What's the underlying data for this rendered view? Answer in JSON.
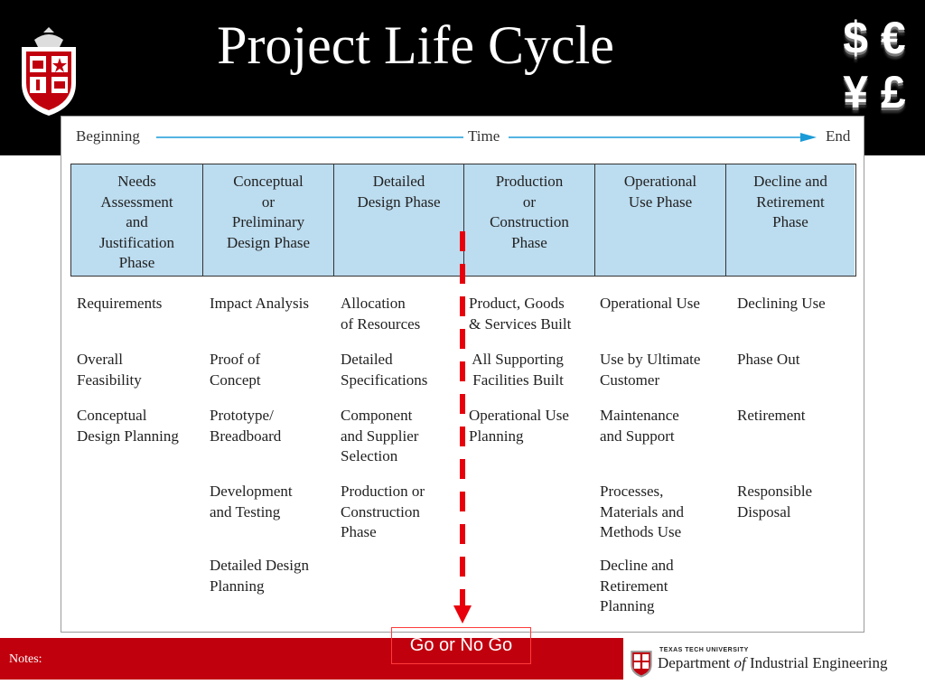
{
  "slide": {
    "title": "Project Life Cycle",
    "currency_line1": "$ €",
    "currency_line2": "¥ £",
    "logo_icon": "texas-tech-shield-icon"
  },
  "timeline": {
    "start": "Beginning",
    "middle": "Time",
    "end": "End",
    "arrow_color": "#1a9bd7"
  },
  "phases": [
    {
      "label": "Needs\nAssessment\nand\nJustification\nPhase"
    },
    {
      "label": "Conceptual\nor\nPreliminary\nDesign Phase"
    },
    {
      "label": "Detailed\nDesign Phase"
    },
    {
      "label": "Production\nor\nConstruction\nPhase"
    },
    {
      "label": "Operational\nUse Phase"
    },
    {
      "label": "Decline and\nRetirement\nPhase"
    }
  ],
  "columns": [
    [
      "Requirements",
      "Overall\nFeasibility",
      "Conceptual\nDesign Planning"
    ],
    [
      "Impact Analysis",
      "Proof of\nConcept",
      "Prototype/\nBreadboard",
      "Development\nand Testing",
      "Detailed Design\nPlanning"
    ],
    [
      "Allocation\nof Resources",
      "Detailed\nSpecifications",
      "Component\nand Supplier\nSelection",
      "Production or\nConstruction\nPhase"
    ],
    [
      "Product, Goods\n& Services Built",
      " All Supporting\n Facilities Built",
      "Operational Use\nPlanning"
    ],
    [
      "Operational Use",
      "Use by Ultimate\nCustomer",
      "Maintenance\nand Support",
      "Processes,\nMaterials and\nMethods Use",
      "Decline and\nRetirement\nPlanning"
    ],
    [
      "Declining Use",
      "Phase Out",
      "Retirement",
      "Responsible\nDisposal"
    ]
  ],
  "decision": {
    "label": "Go or No Go",
    "line_color": "#e8000c"
  },
  "footer": {
    "notes_label": "Notes:",
    "university": "TEXAS TECH UNIVERSITY",
    "department_pre": "Department ",
    "department_of": "of",
    "department_post": " Industrial Engineering",
    "bar_color": "#c1000e"
  }
}
